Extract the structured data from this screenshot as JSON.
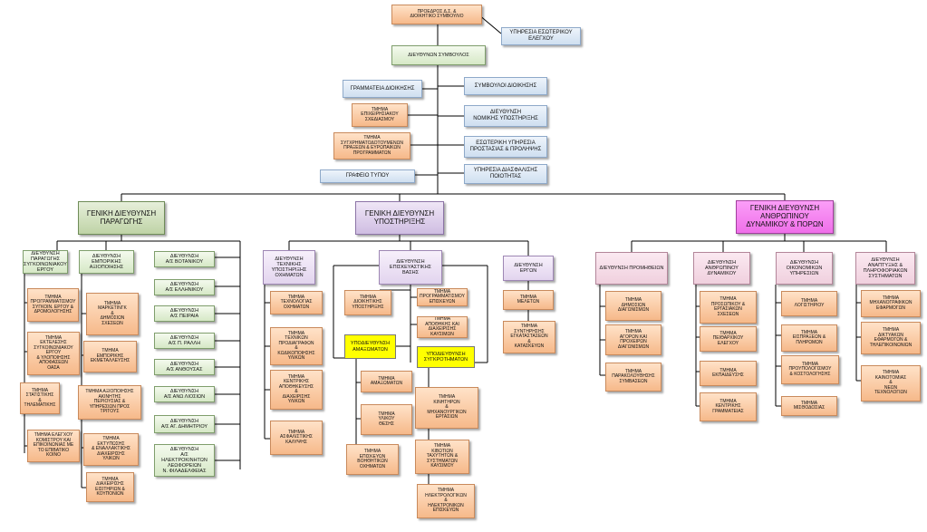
{
  "boxes": [
    {
      "id": "president",
      "label": "ΠΡΟΕΔΡΟΣ Δ.Σ. &\nΔΙΟΙΚΗΤΙΚΟ ΣΥΜΒΟΥΛΙΟ",
      "style": "orange"
    },
    {
      "id": "internal-audit",
      "label": "ΥΠΗΡΕΣΙΑ ΕΣΩΤΕΡΙΚΟΥ\nΕΛΕΓΧΟΥ",
      "style": "blue"
    },
    {
      "id": "ceo",
      "label": "ΔΙΕΥΘΥΝΩΝ ΣΥΜΒΟΥΛΟΣ",
      "style": "green"
    },
    {
      "id": "admin-secretariat",
      "label": "ΓΡΑΜΜΑΤΕΙΑ ΔΙΟΙΚΗΣΗΣ",
      "style": "blue"
    },
    {
      "id": "admin-advisors",
      "label": "ΣΥΜΒΟΥΛΟΙ ΔΙΟΙΚΗΣΗΣ",
      "style": "blue"
    },
    {
      "id": "business-planning",
      "label": "ΤΜΗΜΑ\nΕΠΙΧΕΙΡΗΣΙΑΚΟΥ\nΣΧΕΔΙΑΣΜΟΥ",
      "style": "orange"
    },
    {
      "id": "legal-support",
      "label": "ΔΙΕΥΘΥΝΣΗ\nΝΟΜΙΚΗΣ ΥΠΟΣΤΗΡΙΞΗΣ",
      "style": "blue"
    },
    {
      "id": "cofunded-programs",
      "label": "ΤΜΗΜΑ\nΣΥΓΧΡΗΜΑΤΟΔΟΤΟΥΜΕΝΩΝ\nΠΡΑΞΕΩΝ & ΕΥΡΩΠΑΙΚΩΝ\nΠΡΟΓΡΑΜΜΑΤΩΝ",
      "style": "orange"
    },
    {
      "id": "internal-protection",
      "label": "ΕΣΩΤΕΡΙΚΗ ΥΠΗΡΕΣΙΑ\nΠΡΟΣΤΑΣΙΑΣ & ΠΡΟΛΗΨΗΣ",
      "style": "blue"
    },
    {
      "id": "press-office",
      "label": "ΓΡΑΦΕΙΟ ΤΥΠΟΥ",
      "style": "blue"
    },
    {
      "id": "quality-assurance",
      "label": "ΥΠΗΡΕΣΙΑ ΔΙΑΣΦΑΛΙΣΗΣ\nΠΟΙΟΤΗΤΑΣ",
      "style": "blue"
    },
    {
      "id": "gd-production",
      "label": "ΓΕΝΙΚΗ ΔΙΕΥΘΥΝΣΗ\nΠΑΡΑΓΩΓΗΣ",
      "style": "gd-green"
    },
    {
      "id": "gd-support",
      "label": "ΓΕΝΙΚΗ ΔΙΕΥΘΥΝΣΗ\nΥΠΟΣΤΗΡΙΞΗΣ",
      "style": "gd-purple"
    },
    {
      "id": "gd-hr",
      "label": "ΓΕΝΙΚΗ ΔΙΕΥΘΥΝΣΗ\nΑΝΘΡΩΠΙΝΟΥ\nΔΥΝΑΜΙΚΟΥ & ΠΟΡΩΝ",
      "style": "magenta"
    },
    {
      "id": "dir-transport-production",
      "label": "ΔΙΕΥΘΥΝΣΗ\nΠΑΡΑΓΩΓΗΣ\nΣΥΓΚΟΙΝΩΝΙΑΚΟΥ\nΕΡΓΟΥ",
      "style": "green"
    },
    {
      "id": "dir-commercial",
      "label": "ΔΙΕΥΘΥΝΣΗ\nΕΜΠΟΡΙΚΗΣ\nΑΞΙΟΠΟΙΗΣΗΣ",
      "style": "green"
    },
    {
      "id": "dir-votaniko",
      "label": "ΔΙΕΥΘΥΝΣΗ\nΑ/Σ ΒΟΤΑΝΙΚΟΥ",
      "style": "green"
    },
    {
      "id": "t-route-planning",
      "label": "ΤΜΗΜΑ\nΠΡΟΓΡΑΜΜΑΤΙΣΜΟΥ\nΣΥΓΚΟΙΝ. ΕΡΓΟΥ &\nΔΡΟΜΟΛΟΓΗΣΗΣ",
      "style": "orange"
    },
    {
      "id": "t-marketing",
      "label": "ΤΜΗΜΑ\nΜΑΡΚΕΤΙΝΓΚ\n&\nΔΗΜΟΣΙΩΝ\nΣΧΕΣΕΩΝ",
      "style": "orange"
    },
    {
      "id": "dir-elliniko",
      "label": "ΔΙΕΥΘΥΝΣΗ\nΑ/Σ ΕΛΛΗΝΙΚΟΥ",
      "style": "green"
    },
    {
      "id": "dir-peiraia",
      "label": "ΔΙΕΥΘΥΝΣΗ\nΑ/Σ ΠΕΙΡΑΙΑ",
      "style": "green"
    },
    {
      "id": "t-execution",
      "label": "ΤΜΗΜΑ\nΕΚΤΕΛΕΣΗΣ\nΣΥΓΚΟΙΝΩΝΙΑΚΟΥ\nΕΡΓΟΥ\n& ΥΛΟΠΟΙΗΣΗΣ\nΑΠΟΦΑΣΕΩΝ\nΟΑΣΑ",
      "style": "orange"
    },
    {
      "id": "t-commercial-exploitation",
      "label": "ΤΜΗΜΑ\nΕΜΠΟΡΙΚΗΣ\nΕΚΜΕΤΑΛΛΕΥΣΗΣ",
      "style": "orange"
    },
    {
      "id": "dir-p-rallis",
      "label": "ΔΙΕΥΘΥΝΣΗ\nΑ/Σ Π. ΡΑΛΛΗ",
      "style": "green"
    },
    {
      "id": "dir-anthousa",
      "label": "ΔΙΕΥΘΥΝΣΗ\nΑ/Σ ΑΝΘΟΥΣΑΣ",
      "style": "green"
    },
    {
      "id": "t-statistics",
      "label": "ΤΜΗΜΑ\nΣΤΑΤΙΣΤΙΚΗΣ\n&\nΤΗΛΕΜΑΤΙΚΗΣ",
      "style": "orange"
    },
    {
      "id": "t-property",
      "label": "ΤΜΗΜΑ ΑΞΙΟΠΟΙΗΣΗΣ\nΑΚΙΝΗΤΗΣ\nΠΕΡΙΟΥΣΙΑΣ &\nΥΠΗΡΕΣΙΩΝ ΠΡΟΣ\nΤΡΙΤΟΥΣ",
      "style": "orange"
    },
    {
      "id": "dir-ano-liosia",
      "label": "ΔΙΕΥΘΥΝΣΗ\nΑ/Σ ΑΝΩ ΛΙΟΣΙΩΝ",
      "style": "green"
    },
    {
      "id": "dir-ag-dimitriou",
      "label": "ΔΙΕΥΘΥΝΣΗ\nΑ/Σ ΑΓ. ΔΗΜΗΤΡΙΟΥ",
      "style": "green"
    },
    {
      "id": "t-control-coordination",
      "label": "ΤΜΗΜΑ ΕΛΕΓΧΟΥ\nΚΟΜΙΣΤΡΟΥ ΚΑΙ\nΕΠΙΚΟΙΝΩΝΙΑΣ ΜΕ\nΤΟ ΕΠΙΒΑΤΙΚΟ\nΚΟΙΝΟ",
      "style": "orange"
    },
    {
      "id": "t-printing",
      "label": "ΤΜΗΜΑ\nΕΚΤΥΠΩΣΗΣ\n& ΕΝΑΛΛΑΚΤΙΚΗΣ\nΔΙΑΧΕΙΡΙΣΗΣ\nΥΛΙΚΩΝ",
      "style": "orange"
    },
    {
      "id": "dir-electric",
      "label": "ΔΙΕΥΘΥΝΣΗ\nΑ/Σ\nΗΛΕΚΤΡΟΚΙΝΗΤΩΝ\nΛΕΩΦΟΡΕΙΩΝ\nΝ. ΦΙΛΑΔΕΛΦΕΙΑΣ",
      "style": "green"
    },
    {
      "id": "t-tickets",
      "label": "ΤΜΗΜΑ\nΔΙΑΧΕΙΡΙΣΗΣ\nΕΙΣΙΤΗΡΙΩΝ &\nΚΟΥΠΟΝΙΩΝ",
      "style": "orange"
    },
    {
      "id": "dir-vehicle-support",
      "label": "ΔΙΕΥΘΥΝΣΗ\nΤΕΧΝΙΚΗΣ\nΥΠΟΣΤΗΡΙΞΗΣ\nΟΧΗΜΑΤΩΝ",
      "style": "purple"
    },
    {
      "id": "dir-repairs-base",
      "label": "ΔΙΕΥΘΥΝΣΗ\nΕΠΙΣΚΕΥΑΣΤΙΚΗΣ\nΒΑΣΗΣ",
      "style": "purple"
    },
    {
      "id": "dir-works",
      "label": "ΔΙΕΥΘΥΝΣΗ\nΕΡΓΩΝ",
      "style": "purple"
    },
    {
      "id": "t-vehicle-tech",
      "label": "ΤΜΗΜΑ\nΤΕΧΝΟΛΟΓΙΑΣ\nΟΧΗΜΑΤΩΝ",
      "style": "orange"
    },
    {
      "id": "t-admin-support",
      "label": "ΤΜΗΜΑ\nΔΙΟΙΚΗΤΙΚΗΣ\nΥΠΟΣΤΗΡΙΞΗΣ",
      "style": "orange"
    },
    {
      "id": "t-repair-planning",
      "label": "ΤΜΗΜΑ\nΠΡΟΓΡΑΜΜΑΤΙΣΜΟΥ\nΕΠΙΣΚΕΥΩΝ",
      "style": "orange"
    },
    {
      "id": "t-repairs-parts",
      "label": "ΤΜΗΜΑ\nΑΠΟΘΗΚΗΣ ΚΑΙ\nΔΙΑΧΕΙΡΙΣΗΣ\nΚΑΥΣΙΜΩΝ",
      "style": "orange"
    },
    {
      "id": "t-studies",
      "label": "ΤΜΗΜΑ\nΜΕΛΕΤΩΝ",
      "style": "orange"
    },
    {
      "id": "t-specifications",
      "label": "ΤΜΗΜΑ\nΤΕΧΝΙΚΩΝ\nΠΡΟΔΙΑΓΡΑΦΩΝ\n&\nΚΩΔΙΚΟΠΟΙΗΣΗΣ\nΥΛΙΚΩΝ",
      "style": "orange"
    },
    {
      "id": "t-facilities",
      "label": "ΤΜΗΜΑ\nΣΥΝΤΗΡΗΣΗΣ\nΕΓΚΑΤΑΣΤΑΣΕΩΝ\n&\nΚΑΤΑΣΚΕΥΩΝ",
      "style": "orange"
    },
    {
      "id": "sub-bodywork",
      "label": "ΥΠΟΔΙΕΥΘΥΝΣΗ\nΑΜΑΞΩΜΑΤΩΝ",
      "style": "yellow"
    },
    {
      "id": "sub-assemblies",
      "label": "ΥΠΟΔΙΕΥΘΥΝΣΗ\nΣΥΓΚΡΟΤΗΜΑΤΩΝ",
      "style": "yellow"
    },
    {
      "id": "t-central-warehouse",
      "label": "ΤΜΗΜΑ\nΚΕΝΤΡΙΚΗΣ\nΑΠΟΘΗΚΕΥΣΗΣ\n&\nΔΙΑΧΕΙΡΙΣΗΣ\nΥΛΙΚΩΝ",
      "style": "orange"
    },
    {
      "id": "t-bodyworks",
      "label": "ΤΜΗΜΑ\nΑΜΑΞΩΜΑΤΩΝ",
      "style": "orange"
    },
    {
      "id": "t-engines",
      "label": "ΤΜΗΜΑ\nΚΙΝΗΤΗΡΩΝ\n&\nΜΗΧΑΝΟΥΡΓΙΚΩΝ\nΕΡΓΑΣΙΩΝ",
      "style": "orange"
    },
    {
      "id": "t-seat-material",
      "label": "ΤΜΗΜΑ\nΥΛΙΚΟΥ\nΘΕΣΗΣ",
      "style": "orange"
    },
    {
      "id": "t-insurance",
      "label": "ΤΜΗΜΑ\nΑΣΦΑΛΙΣΤΙΚΗΣ\nΚΑΛΥΨΗΣ",
      "style": "orange"
    },
    {
      "id": "t-gearboxes",
      "label": "ΤΜΗΜΑ\nΚΙΒΩΤΙΩΝ\nΤΑΧΥΤΗΤΩΝ &\nΣΥΣΤΗΜΑΤΩΝ\nΚΑΥΣΙΜΟΥ",
      "style": "orange"
    },
    {
      "id": "t-aux-vehicles",
      "label": "ΤΜΗΜΑ\nΕΠΙΣΚΕΥΩΝ\nΒΟΗΘΗΤΙΚΩΝ\nΟΧΗΜΑΤΩΝ",
      "style": "orange"
    },
    {
      "id": "t-electrical",
      "label": "ΤΜΗΜΑ\nΗΛΕΚΤΡΟΛΟΓΙΚΩΝ\n&\nΗΛΕΚΤΡΟΝΙΚΩΝ\nΕΠΙΣΚΕΥΩΝ",
      "style": "orange"
    },
    {
      "id": "dir-procurement",
      "label": "ΔΙΕΥΘΥΝΣΗ ΠΡΟΜΗΘΕΙΩΝ",
      "style": "pink"
    },
    {
      "id": "dir-human-resources",
      "label": "ΔΙΕΥΘΥΝΣΗ\nΑΝΘΡΩΠΙΝΟΥ\nΔΥΝΑΜΙΚΟΥ",
      "style": "pink"
    },
    {
      "id": "dir-finance",
      "label": "ΔΙΕΥΘΥΝΣΗ\nΟΙΚΟΝΟΜΙΚΩΝ\nΥΠΗΡΕΣΙΩΝ",
      "style": "pink"
    },
    {
      "id": "dir-it",
      "label": "ΔΙΕΥΘΥΝΣΗ\nΑΝΑΠΤΥΞΗΣ &\nΠΛΗΡΟΦΟΡΙΑΚΩΝ\nΣΥΣΤΗΜΑΤΩΝ",
      "style": "pink"
    },
    {
      "id": "t-public-tenders",
      "label": "ΤΜΗΜΑ\nΔΗΜΟΣΙΩΝ\nΔΙΑΓΩΝΙΣΜΩΝ",
      "style": "orange"
    },
    {
      "id": "t-personnel",
      "label": "ΤΜΗΜΑ\nΠΡΟΣΩΠΙΚΟΥ &\nΕΡΓΑΣΙΑΚΩΝ\nΣΧΕΣΕΩΝ",
      "style": "orange"
    },
    {
      "id": "t-accounting",
      "label": "ΤΜΗΜΑ\nΛΟΓΙΣΤΗΡΙΟΥ",
      "style": "orange"
    },
    {
      "id": "t-software",
      "label": "ΤΜΗΜΑ\nΜΗΧΑΝΟΓΡΑΦΙΚΩΝ\nΕΦΑΡΜΟΓΩΝ",
      "style": "orange"
    },
    {
      "id": "t-purchases",
      "label": "ΤΜΗΜΑ\nΑΓΟΡΩΝ ΚΑΙ\nΠΡΟΧΕΙΡΩΝ\nΔΙΑΓΩΝΙΣΜΩΝ",
      "style": "orange"
    },
    {
      "id": "t-staff-control",
      "label": "ΤΜΗΜΑ\nΠΕΙΘΑΡΧΙΚΟΥ\nΕΛΕΓΧΟΥ",
      "style": "orange"
    },
    {
      "id": "t-receipts",
      "label": "ΤΜΗΜΑ\nΕΙΣΠΡΑΞΕΩΝ &\nΠΛΗΡΩΜΩΝ",
      "style": "orange"
    },
    {
      "id": "t-networks",
      "label": "ΤΜΗΜΑ\nΔΙΚΤΥΑΚΩΝ\nΕΦΑΡΜΟΓΩΝ &\nΤΗΛΕΠΙΚΟΙΝΩΝΙΩΝ",
      "style": "orange"
    },
    {
      "id": "t-contracts",
      "label": "ΤΜΗΜΑ\nΠΑΡΑΚΟΛΟΥΘΗΣΗΣ\nΣΥΜΒΑΣΕΩΝ",
      "style": "orange"
    },
    {
      "id": "t-training",
      "label": "ΤΜΗΜΑ\nΕΚΠΑΙΔΕΥΣΗΣ",
      "style": "orange"
    },
    {
      "id": "t-budget",
      "label": "ΤΜΗΜΑ\nΠΡΟΥΠΟΛΟΓΙΣΜΟΥ\n& ΚΟΣΤΟΛΟΓΗΣΗΣ",
      "style": "orange"
    },
    {
      "id": "t-innovation",
      "label": "ΤΜΗΜΑ\nΚΑΙΝΟΤΟΜΙΑΣ\n&\nΝΕΩΝ\nΤΕΧΝΟΛΟΓΙΩΝ",
      "style": "orange"
    },
    {
      "id": "t-central-secretariat",
      "label": "ΤΜΗΜΑ\nΚΕΝΤΡΙΚΗΣ\nΓΡΑΜΜΑΤΕΙΑΣ",
      "style": "orange"
    },
    {
      "id": "t-supply",
      "label": "ΤΜΗΜΑ\nΜΙΣΘΟΔΟΣΙΑΣ",
      "style": "orange"
    }
  ]
}
